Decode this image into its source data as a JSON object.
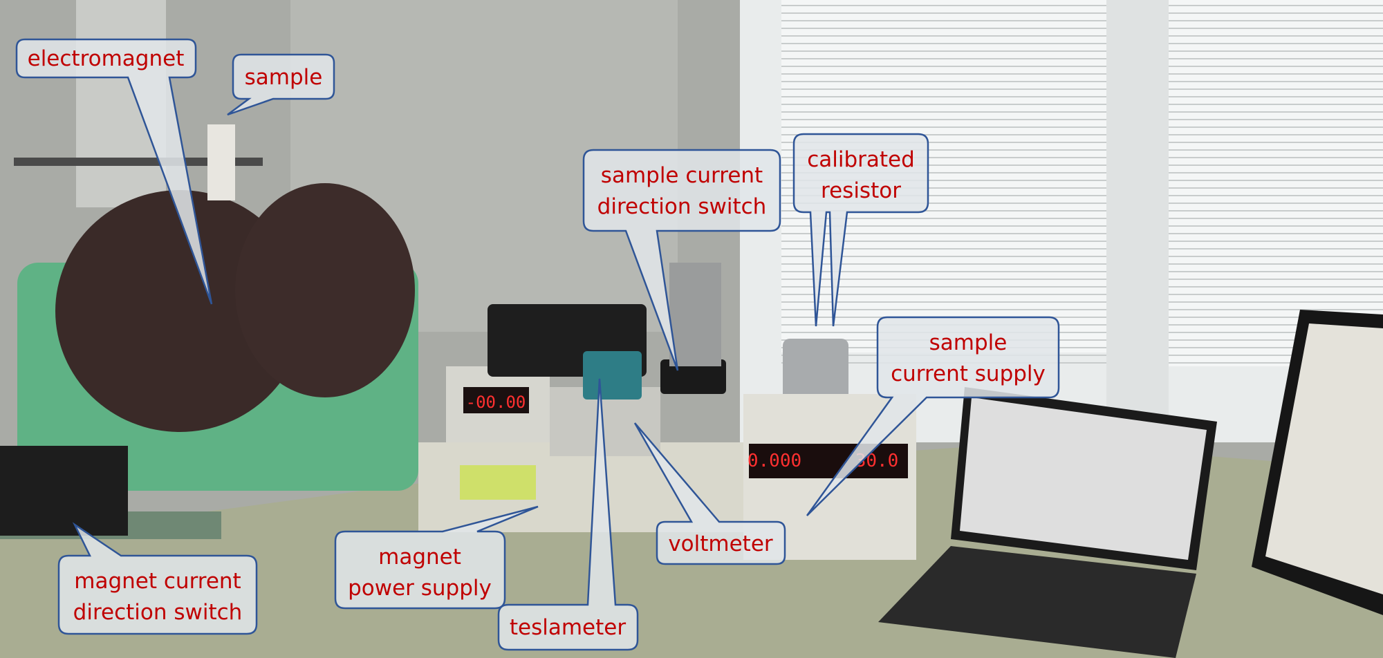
{
  "labels": {
    "electromagnet": [
      "electromagnet"
    ],
    "sample": [
      "sample"
    ],
    "sample_current_direction_switch": [
      "sample current",
      "direction switch"
    ],
    "calibrated_resistor": [
      "calibrated",
      "resistor"
    ],
    "sample_current_supply": [
      "sample",
      "current supply"
    ],
    "magnet_current_direction_switch": [
      "magnet current",
      "direction switch"
    ],
    "magnet_power_supply": [
      "magnet",
      "power supply"
    ],
    "teslameter": [
      "teslameter"
    ],
    "voltmeter": [
      "voltmeter"
    ]
  },
  "displays": {
    "magnet_meter": "-00.00",
    "current_supply_left": "0.000",
    "current_supply_right": "30.0"
  },
  "colors": {
    "label_text": "#c00000",
    "callout_border": "#2f5597"
  }
}
